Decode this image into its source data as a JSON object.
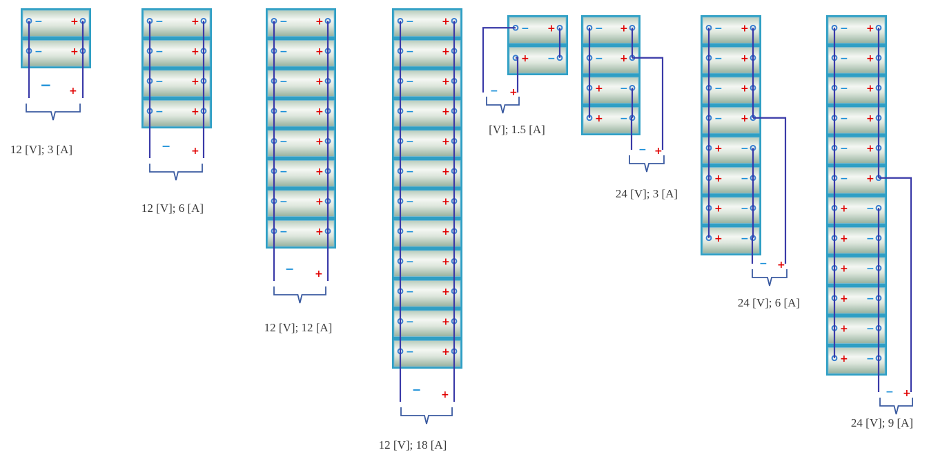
{
  "colors": {
    "frame": "#2f9fc4",
    "cell_light": "#eef3ee",
    "cell_mid": "#a9c2b0",
    "wire": "#3a3aa8",
    "terminal": "#3a7fd0",
    "minus": "#1a8fd8",
    "plus": "#e00000",
    "bracket": "#3a5aa0",
    "caption": "#3a3a3a"
  },
  "cell_terminal_signs": {
    "negative": "−",
    "positive": "+"
  },
  "configurations": [
    {
      "cells": 2,
      "series_groups": 1,
      "caption": "12 [V]; 3 [A]",
      "output_minus": "−",
      "output_plus": "+"
    },
    {
      "cells": 4,
      "series_groups": 1,
      "caption": "12 [V]; 6 [A]",
      "output_minus": "−",
      "output_plus": "+"
    },
    {
      "cells": 8,
      "series_groups": 1,
      "caption": "12 [V]; 12 [A]",
      "output_minus": "−",
      "output_plus": "+"
    },
    {
      "cells": 12,
      "series_groups": 1,
      "caption": "12 [V]; 18 [A]",
      "output_minus": "−",
      "output_plus": "+"
    },
    {
      "cells": 2,
      "series_groups": 2,
      "caption": "[V]; 1.5 [A]",
      "output_minus": "−",
      "output_plus": "+"
    },
    {
      "cells": 4,
      "series_groups": 2,
      "caption": "24 [V]; 3 [A]",
      "output_minus": "−",
      "output_plus": "+"
    },
    {
      "cells": 8,
      "series_groups": 2,
      "caption": "24 [V]; 6 [A]",
      "output_minus": "−",
      "output_plus": "+"
    },
    {
      "cells": 12,
      "series_groups": 2,
      "caption": "24 [V]; 9 [A]",
      "output_minus": "−",
      "output_plus": "+"
    }
  ]
}
